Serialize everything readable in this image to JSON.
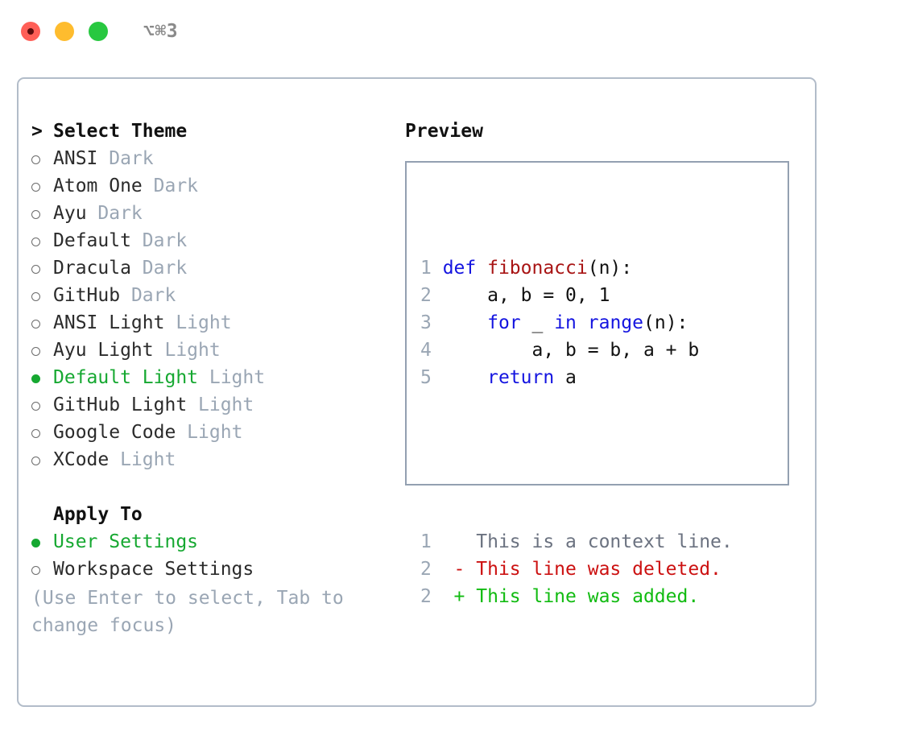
{
  "titlebar": {
    "shortcut": "⌥⌘3",
    "buttons": [
      {
        "name": "close",
        "color": "#ff5f57"
      },
      {
        "name": "minimize",
        "color": "#febc2e"
      },
      {
        "name": "maximize",
        "color": "#28c840"
      }
    ]
  },
  "colors": {
    "accent_green": "#16a831",
    "muted": "#9aa6b4",
    "panel_border": "#b2bcc9",
    "preview_border": "#93a0b1",
    "keyword_blue": "#1414e0",
    "function_red": "#a81414",
    "diff_added": "#11bb11",
    "diff_deleted": "#cc1111"
  },
  "left": {
    "header_marker": ">",
    "header_label": "Select Theme",
    "themes": [
      {
        "marker": "o",
        "selected": false,
        "label": "ANSI",
        "badge": "Dark"
      },
      {
        "marker": "o",
        "selected": false,
        "label": "Atom One",
        "badge": "Dark"
      },
      {
        "marker": "o",
        "selected": false,
        "label": "Ayu",
        "badge": "Dark"
      },
      {
        "marker": "o",
        "selected": false,
        "label": "Default",
        "badge": "Dark"
      },
      {
        "marker": "o",
        "selected": false,
        "label": "Dracula",
        "badge": "Dark"
      },
      {
        "marker": "o",
        "selected": false,
        "label": "GitHub",
        "badge": "Dark"
      },
      {
        "marker": "o",
        "selected": false,
        "label": "ANSI Light",
        "badge": "Light"
      },
      {
        "marker": "o",
        "selected": false,
        "label": "Ayu Light",
        "badge": "Light"
      },
      {
        "marker": "●",
        "selected": true,
        "label": "Default Light",
        "badge": "Light"
      },
      {
        "marker": "o",
        "selected": false,
        "label": "GitHub Light",
        "badge": "Light"
      },
      {
        "marker": "o",
        "selected": false,
        "label": "Google Code",
        "badge": "Light"
      },
      {
        "marker": "o",
        "selected": false,
        "label": "XCode",
        "badge": "Light"
      }
    ],
    "apply_to_title": "Apply To",
    "apply_to": [
      {
        "selected": true,
        "label": "User Settings"
      },
      {
        "selected": false,
        "label": "Workspace Settings"
      }
    ],
    "hint": "(Use Enter to select, Tab to change focus)"
  },
  "right": {
    "preview_title": "Preview",
    "code_lines": [
      {
        "num": "1",
        "segments": [
          {
            "t": "def ",
            "c": "kw"
          },
          {
            "t": "fibonacci",
            "c": "fn"
          },
          {
            "t": "(n):",
            "c": "plain"
          }
        ]
      },
      {
        "num": "2",
        "segments": [
          {
            "t": "    a, b = 0, 1",
            "c": "plain"
          }
        ]
      },
      {
        "num": "3",
        "segments": [
          {
            "t": "    ",
            "c": "plain"
          },
          {
            "t": "for",
            "c": "kw"
          },
          {
            "t": " _ ",
            "c": "plain"
          },
          {
            "t": "in",
            "c": "kw"
          },
          {
            "t": " ",
            "c": "plain"
          },
          {
            "t": "range",
            "c": "kw"
          },
          {
            "t": "(n):",
            "c": "plain"
          }
        ]
      },
      {
        "num": "4",
        "segments": [
          {
            "t": "        a, b = b, a + b",
            "c": "plain"
          }
        ]
      },
      {
        "num": "5",
        "segments": [
          {
            "t": "    ",
            "c": "plain"
          },
          {
            "t": "return",
            "c": "kw"
          },
          {
            "t": " a",
            "c": "plain"
          }
        ]
      }
    ],
    "diff_lines": [
      {
        "num": "1",
        "segments": [
          {
            "t": "   This is a context line.",
            "c": "ctx"
          }
        ]
      },
      {
        "num": "2",
        "segments": [
          {
            "t": " - This line was deleted.",
            "c": "del"
          }
        ]
      },
      {
        "num": "2",
        "segments": [
          {
            "t": " + This line was added.",
            "c": "add"
          }
        ]
      }
    ]
  }
}
